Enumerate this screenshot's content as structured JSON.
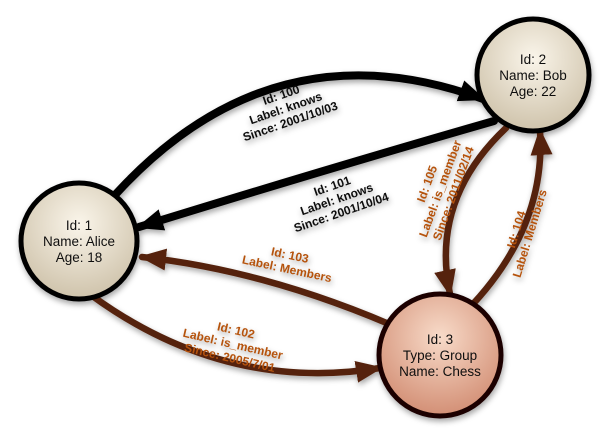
{
  "diagram": {
    "nodes": {
      "alice": {
        "lines": [
          "Id: 1",
          "Name: Alice",
          "Age: 18"
        ]
      },
      "bob": {
        "lines": [
          "Id: 2",
          "Name: Bob",
          "Age: 22"
        ]
      },
      "group": {
        "lines": [
          "Id: 3",
          "Type: Group",
          "Name: Chess"
        ]
      }
    },
    "edges": {
      "e100": {
        "lines": [
          "Id: 100",
          "Label: knows",
          "Since: 2001/10/03"
        ]
      },
      "e101": {
        "lines": [
          "Id: 101",
          "Label: knows",
          "Since: 2001/10/04"
        ]
      },
      "e102": {
        "lines": [
          "Id: 102",
          "Label: is_member",
          "Since: 2005/7/01"
        ]
      },
      "e103": {
        "lines": [
          "Id: 103",
          "Label: Members"
        ]
      },
      "e104": {
        "lines": [
          "Id: 104",
          "Label: Members"
        ]
      },
      "e105": {
        "lines": [
          "Id: 105",
          "Label: is_member",
          "Since: 2011/02/14"
        ]
      }
    },
    "colors": {
      "knows_edge": "#000000",
      "member_edge": "#54210a",
      "knows_label": "#111111",
      "member_label": "#b5520a",
      "node_label": "#111111",
      "person_node_border": "#000000",
      "group_node_border": "#1c0600",
      "person_fill_center": "#faf5ea",
      "person_fill_edge": "#c8bba1",
      "group_fill_center": "#f8dbc9",
      "group_fill_edge": "#cd8368"
    }
  }
}
